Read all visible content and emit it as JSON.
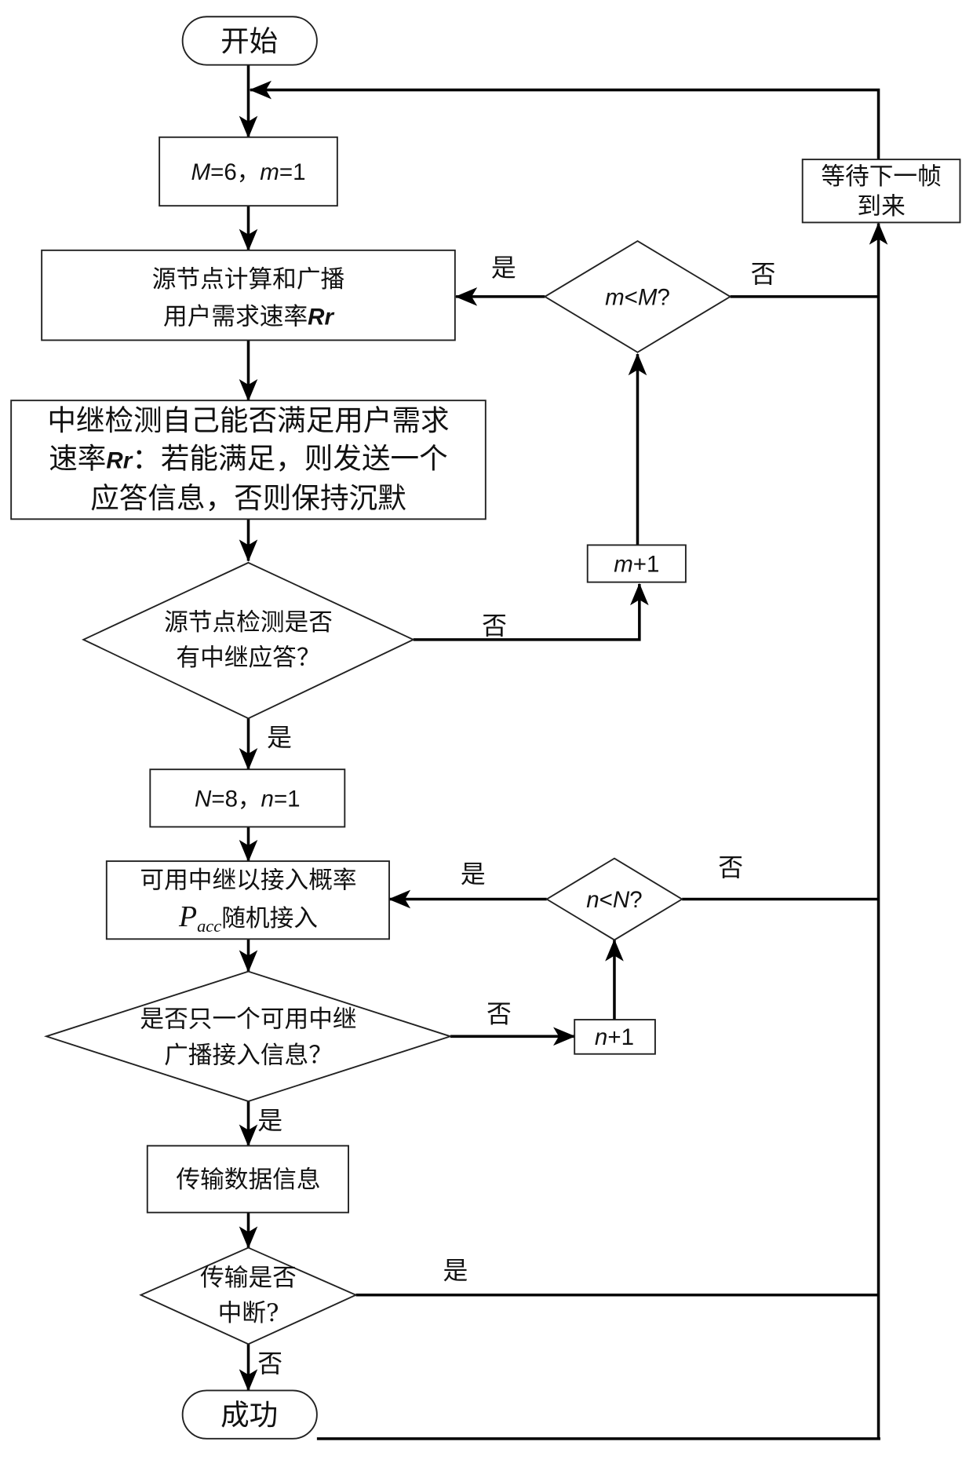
{
  "diagram": {
    "type": "flowchart",
    "nodes": {
      "start": {
        "label": "开始"
      },
      "init_m": {
        "label": "M=6，m=1",
        "parts": [
          "M",
          "=6，",
          "m",
          "=1"
        ]
      },
      "broadcast": {
        "line1": "源节点计算和广播",
        "line2_prefix": "用户需求速率",
        "line2_var": "Rr"
      },
      "relay_check": {
        "line1": "中继检测自己能否满足用户需求",
        "line2_prefix": "速率",
        "line2_var": "Rr",
        "line2_suffix": "：若能满足，则发送一个",
        "line3": "应答信息，否则保持沉默"
      },
      "source_detect": {
        "line1": "源节点检测是否",
        "line2": "有中继应答？"
      },
      "m_inc": {
        "var": "m",
        "suffix": "+1"
      },
      "m_lt_M": {
        "var1": "m",
        "op": "<",
        "var2": "M",
        "suffix": "?"
      },
      "wait_frame": {
        "line1": "等待下一帧",
        "line2": "到来"
      },
      "init_n": {
        "parts": [
          "N",
          "=8，",
          "n",
          "=1"
        ]
      },
      "random_access": {
        "line1": "可用中继以接入概率",
        "var": "P",
        "sub": "acc",
        "line2_suffix": "随机接入"
      },
      "only_one": {
        "line1": "是否只一个可用中继",
        "line2": "广播接入信息？"
      },
      "n_inc": {
        "var": "n",
        "suffix": "+1"
      },
      "n_lt_N": {
        "var1": "n",
        "op": "<",
        "var2": "N",
        "suffix": "?"
      },
      "transmit": {
        "label": "传输数据信息"
      },
      "interrupted": {
        "line1": "传输是否",
        "line2": "中断?"
      },
      "success": {
        "label": "成功"
      }
    },
    "edge_labels": {
      "yes": "是",
      "no": "否"
    }
  }
}
